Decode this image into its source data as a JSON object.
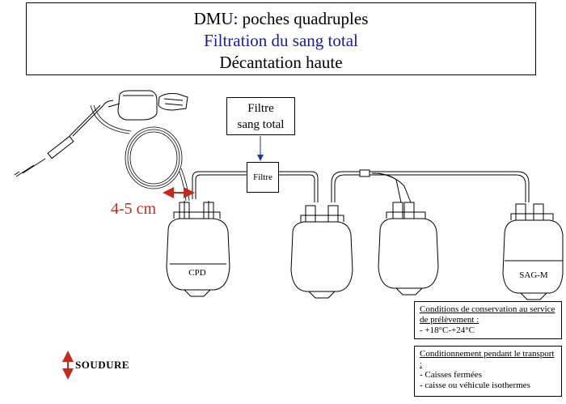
{
  "title": {
    "line1": "DMU: poches quadruples",
    "line2": "Filtration du sang total",
    "line3": "Décantation haute"
  },
  "filter_callout": {
    "line1": "Filtre",
    "line2": "sang total"
  },
  "inline_filter_label": "Filtre",
  "dimension_label": "4-5 cm",
  "bags": {
    "bag1_label": "CPD",
    "bag4_label": "SAG-M"
  },
  "conservation": {
    "heading": "Conditions de conservation au service de prélèvement :",
    "item1": "- +18°C-+24°C"
  },
  "transport": {
    "heading": "Conditionnement pendant le transport :",
    "item1": "- Caisses fermées",
    "item2": "- caisse ou véhicule isothermes"
  },
  "legend": {
    "soudure_label": "SOUDURE"
  },
  "colors": {
    "title_blue": "#1a1aa6",
    "dimension_red": "#c62a1e",
    "arrow_blue": "#2233aa"
  }
}
